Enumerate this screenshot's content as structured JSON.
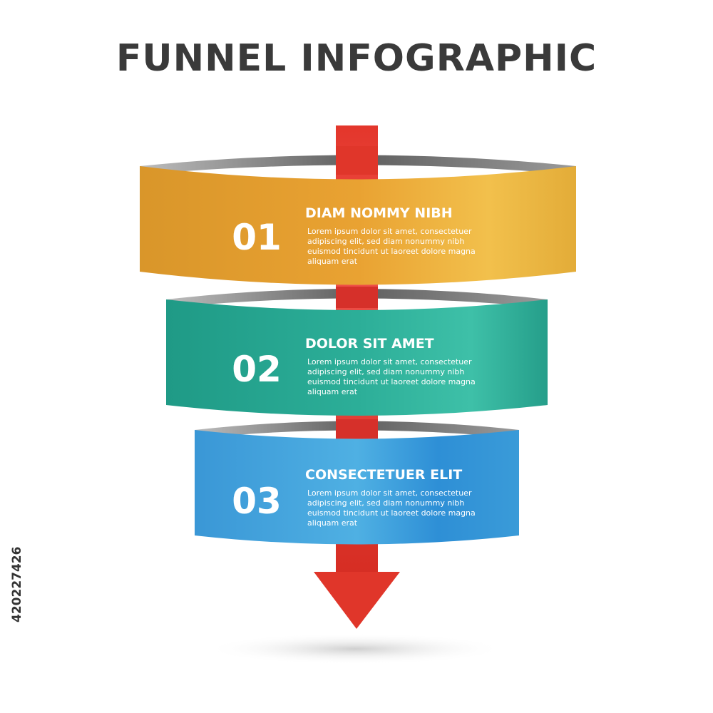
{
  "title": "FUNNEL INFOGRAPHIC",
  "stock_id": "420227426",
  "colors": {
    "arrow": "#e0362a",
    "step1": "#e7a630",
    "step2": "#2aa592",
    "step3": "#3d9fd8",
    "inner": "#6f6f6f"
  },
  "steps": [
    {
      "number": "01",
      "heading": "DIAM NOMMY NIBH",
      "lines": [
        "Lorem ipsum dolor sit amet, consectetuer",
        "adipiscing elit, sed diam nonummy nibh",
        "euismod tincidunt ut laoreet dolore magna",
        "aliquam erat"
      ]
    },
    {
      "number": "02",
      "heading": "DOLOR SIT AMET",
      "lines": [
        "Lorem ipsum dolor sit amet, consectetuer",
        "adipiscing elit, sed diam nonummy nibh",
        "euismod tincidunt ut laoreet dolore magna",
        "aliquam erat"
      ]
    },
    {
      "number": "03",
      "heading": "CONSECTETUER ELIT",
      "lines": [
        "Lorem ipsum dolor sit amet, consectetuer",
        "adipiscing elit, sed diam nonummy nibh",
        "euismod tincidunt ut laoreet dolore magna",
        "aliquam erat"
      ]
    }
  ]
}
